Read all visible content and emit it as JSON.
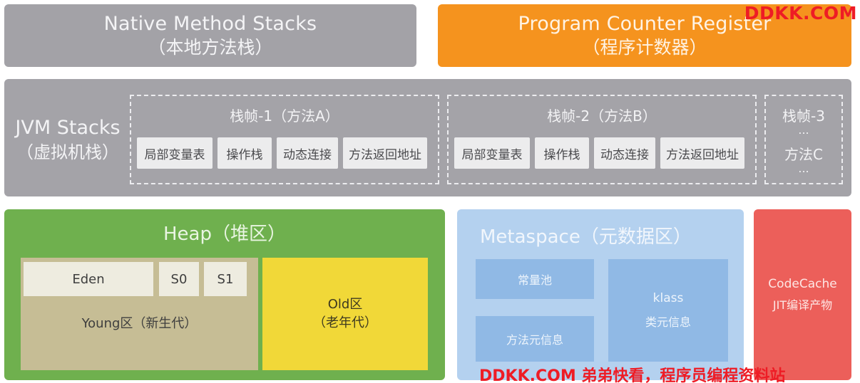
{
  "native_method_stacks": {
    "title": "Native Method Stacks",
    "subtitle": "（本地方法栈）"
  },
  "program_counter_register": {
    "title": "Program Counter Register",
    "subtitle": "（程序计数器）"
  },
  "jvm_stacks": {
    "title": "JVM Stacks",
    "subtitle": "（虚拟机栈）",
    "frames": [
      {
        "title": "栈帧-1（方法A）",
        "slots": [
          "局部变量表",
          "操作栈",
          "动态连接",
          "方法返回地址"
        ]
      },
      {
        "title": "栈帧-2（方法B）",
        "slots": [
          "局部变量表",
          "操作栈",
          "动态连接",
          "方法返回地址"
        ]
      },
      {
        "title": "栈帧-3",
        "dots_top": "...",
        "method": "方法C",
        "dots_bottom": "..."
      }
    ]
  },
  "heap": {
    "title": "Heap（堆区）",
    "eden": "Eden",
    "s0": "S0",
    "s1": "S1",
    "young": "Young区（新生代）",
    "old_line1": "Old区",
    "old_line2": "（老年代）"
  },
  "metaspace": {
    "title": "Metaspace（元数据区）",
    "constant_pool": "常量池",
    "method_meta": "方法元信息",
    "klass_line1": "klass",
    "klass_line2": "类元信息"
  },
  "code_cache": {
    "line1": "CodeCache",
    "line2": "JIT编译产物"
  },
  "watermarks": {
    "top": "DDKK.COM",
    "bottom": "DDKK.COM 弟弟快看，程序员编程资料站"
  },
  "colors": {
    "native": "#a3a2a7",
    "pcr": "#f5931e",
    "jvm": "#a4a3a8",
    "heap": "#6fb04e",
    "old": "#f1d838",
    "metaspace": "#b4d1ef",
    "code_cache": "#ec5f5a",
    "watermark": "#ee1c25"
  }
}
